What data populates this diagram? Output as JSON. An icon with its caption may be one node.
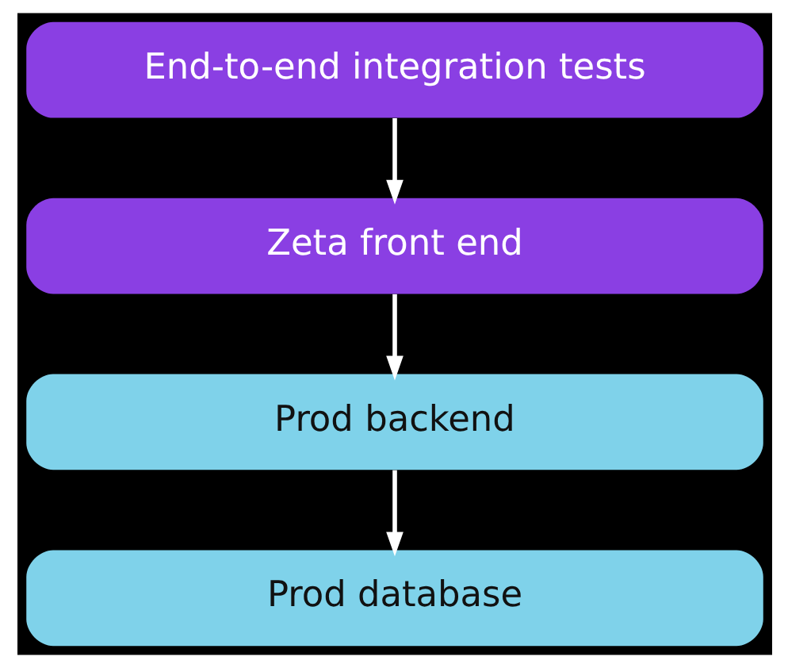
{
  "diagram": {
    "nodes": [
      {
        "text": [
          "End-to-end integration tests"
        ]
      },
      {
        "text": [
          "Zeta front end"
        ]
      },
      {
        "text": [
          "Prod backend"
        ]
      },
      {
        "text": [
          "Prod database"
        ]
      }
    ],
    "edges": [
      {
        "from": 0,
        "to": 1,
        "arrow": "to"
      },
      {
        "from": 1,
        "to": 2,
        "arrow": "to"
      },
      {
        "from": 2,
        "to": 3,
        "arrow": "to"
      }
    ]
  }
}
